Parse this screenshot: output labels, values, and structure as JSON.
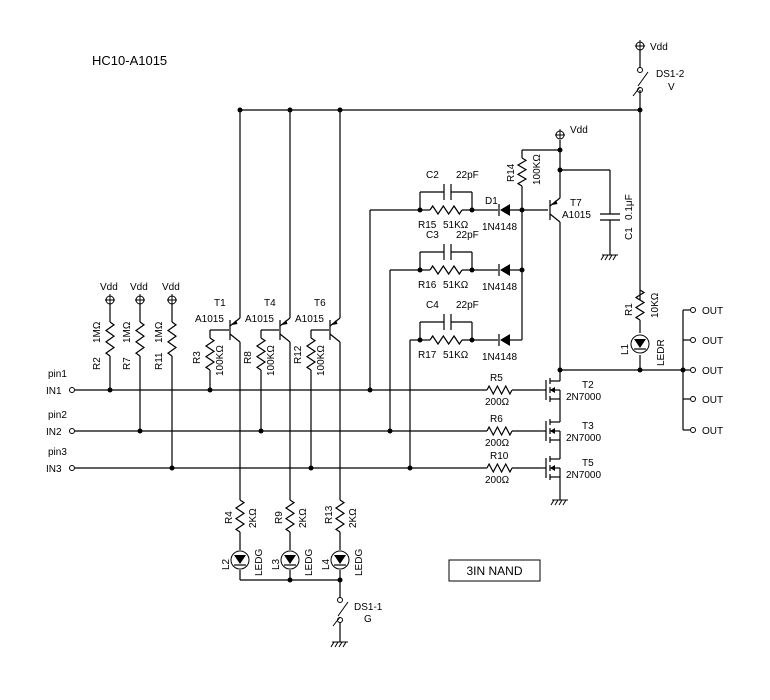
{
  "title": "HC10-A1015",
  "badge": "3IN NAND",
  "inputs": [
    {
      "pin": "pin1",
      "name": "IN1"
    },
    {
      "pin": "pin2",
      "name": "IN2"
    },
    {
      "pin": "pin3",
      "name": "IN3"
    }
  ],
  "outputs": [
    "OUT",
    "OUT",
    "OUT",
    "OUT",
    "OUT"
  ],
  "vdd": "Vdd",
  "switches": [
    {
      "ref": "DS1-2",
      "sub": "V"
    },
    {
      "ref": "DS1-1",
      "sub": "G"
    }
  ],
  "input_stage": [
    {
      "tr": "T1",
      "tr_part": "A1015",
      "r_pull": "R2",
      "r_pull_val": "1MΩ",
      "r_base": "R3",
      "r_base_val": "100KΩ",
      "r_led": "R4",
      "r_led_val": "2KΩ",
      "led": "L2",
      "led_type": "LEDG"
    },
    {
      "tr": "T4",
      "tr_part": "A1015",
      "r_pull": "R7",
      "r_pull_val": "1MΩ",
      "r_base": "R8",
      "r_base_val": "100KΩ",
      "r_led": "R9",
      "r_led_val": "2KΩ",
      "led": "L3",
      "led_type": "LEDG"
    },
    {
      "tr": "T6",
      "tr_part": "A1015",
      "r_pull": "R11",
      "r_pull_val": "1MΩ",
      "r_base": "R12",
      "r_base_val": "100KΩ",
      "r_led": "R13",
      "r_led_val": "2KΩ",
      "led": "L4",
      "led_type": "LEDG"
    }
  ],
  "speedup": [
    {
      "c": "C2",
      "c_val": "22pF",
      "r": "R15",
      "r_val": "51KΩ",
      "d": "D1",
      "d_part": "1N4148"
    },
    {
      "c": "C3",
      "c_val": "22pF",
      "r": "R16",
      "r_val": "51KΩ",
      "d_part": "1N4148"
    },
    {
      "c": "C4",
      "c_val": "22pF",
      "r": "R17",
      "r_val": "51KΩ",
      "d_part": "1N4148"
    }
  ],
  "fets": [
    {
      "r": "R5",
      "r_val": "200Ω",
      "t": "T2",
      "part": "2N7000"
    },
    {
      "r": "R6",
      "r_val": "200Ω",
      "t": "T3",
      "part": "2N7000"
    },
    {
      "r": "R10",
      "r_val": "200Ω",
      "t": "T5",
      "part": "2N7000"
    }
  ],
  "t7": {
    "ref": "T7",
    "part": "A1015"
  },
  "r14": {
    "ref": "R14",
    "val": "100KΩ"
  },
  "c1": {
    "ref": "C1",
    "val": "0.1μF"
  },
  "r1": {
    "ref": "R1",
    "val": "10KΩ"
  },
  "l1": {
    "ref": "L1",
    "type": "LEDR"
  }
}
